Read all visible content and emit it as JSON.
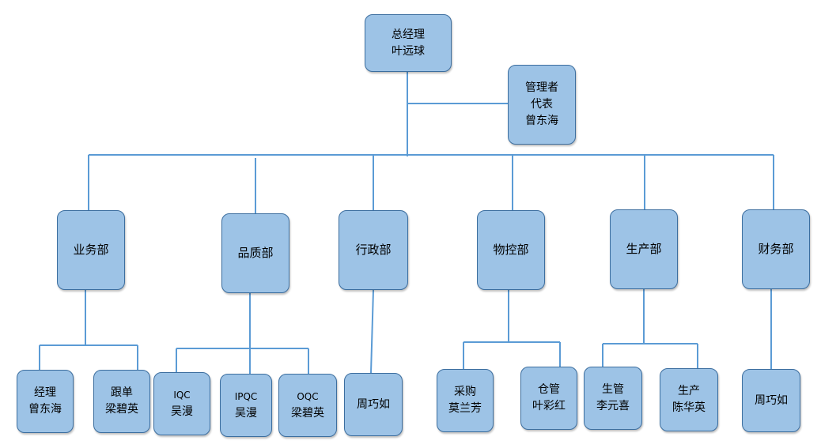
{
  "colors": {
    "box_fill": "#9dc3e6",
    "box_border": "#3c6e9f",
    "connector": "#5b9bd5"
  },
  "top": {
    "title": "总经理",
    "name": "叶远球"
  },
  "representative": {
    "line1": "管理者",
    "line2": "代表",
    "line3": "曾东海"
  },
  "departments": [
    {
      "label": "业务部",
      "members": [
        {
          "role": "经理",
          "name": "曾东海"
        },
        {
          "role": "跟单",
          "name": "梁碧英"
        }
      ]
    },
    {
      "label": "品质部",
      "members": [
        {
          "role": "IQC",
          "name": "吴漫"
        },
        {
          "role": "IPQC",
          "name": "吴漫"
        },
        {
          "role": "OQC",
          "name": "梁碧英"
        }
      ]
    },
    {
      "label": "行政部",
      "members": [
        {
          "role": "",
          "name": "周巧如"
        }
      ]
    },
    {
      "label": "物控部",
      "members": [
        {
          "role": "采购",
          "name": "莫兰芳"
        },
        {
          "role": "仓管",
          "name": "叶彩红"
        }
      ]
    },
    {
      "label": "生产部",
      "members": [
        {
          "role": "生管",
          "name": "李元喜"
        },
        {
          "role": "生产",
          "name": "陈华英"
        }
      ]
    },
    {
      "label": "财务部",
      "members": [
        {
          "role": "",
          "name": "周巧如"
        }
      ]
    }
  ]
}
